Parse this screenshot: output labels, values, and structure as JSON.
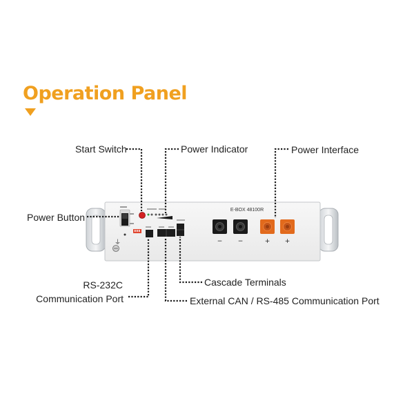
{
  "title": "Operation Panel",
  "colors": {
    "accent": "#f0a020",
    "negative_terminal": "#1a1a1a",
    "positive_terminal": "#e26a1c"
  },
  "device": {
    "model": "E-BOX 48100R",
    "terminal_signs": [
      "−",
      "−",
      "+",
      "+"
    ]
  },
  "callouts": {
    "start_switch": "Start Switch",
    "power_indicator": "Power Indicator",
    "power_interface": "Power Interface",
    "power_button": "Power Button",
    "rs232_line1": "RS-232C",
    "rs232_line2": "Communication Port",
    "cascade": "Cascade Terminals",
    "can_rs485": "External CAN / RS-485 Communication Port"
  }
}
